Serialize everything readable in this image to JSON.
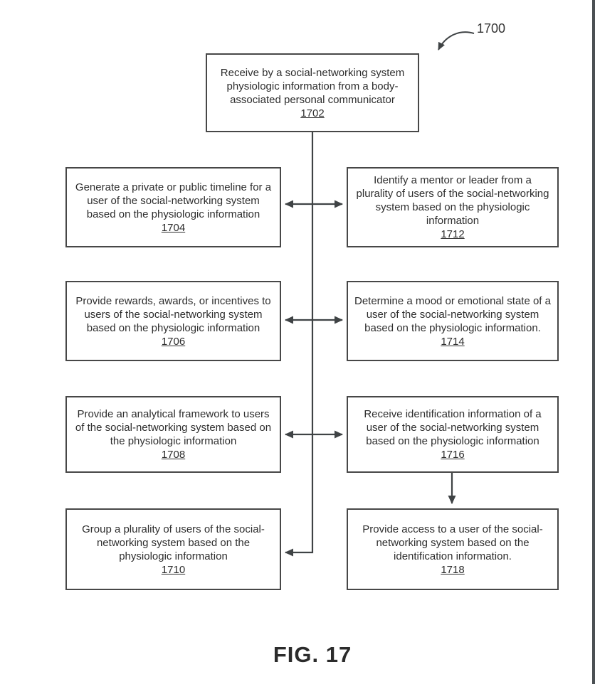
{
  "figure": {
    "ref_label": "1700",
    "caption": "FIG. 17",
    "line_color": "#3f4345",
    "boxes": [
      {
        "id": "1702",
        "text": "Receive by a social-networking system physiologic information from a body-associated personal communicator",
        "num": "1702"
      },
      {
        "id": "1704",
        "text": "Generate a private or public timeline for a user of the social-networking system based on the physiologic information",
        "num": "1704"
      },
      {
        "id": "1712",
        "text": "Identify a mentor or leader from a plurality of users of the social-networking system based on the physiologic information",
        "num": "1712"
      },
      {
        "id": "1706",
        "text": "Provide rewards, awards, or incentives to users of the social-networking system based on the physiologic information",
        "num": "1706"
      },
      {
        "id": "1714",
        "text": "Determine a mood or emotional state of a user of the social-networking system based on the physiologic information.",
        "num": "1714"
      },
      {
        "id": "1708",
        "text": "Provide an analytical framework to users of the social-networking system based on the physiologic information",
        "num": "1708"
      },
      {
        "id": "1716",
        "text": "Receive identification information of a user of the social-networking system based on the physiologic information",
        "num": "1716"
      },
      {
        "id": "1710",
        "text": "Group a plurality of users of the social-networking system based on the physiologic information",
        "num": "1710"
      },
      {
        "id": "1718",
        "text": "Provide access to a user of the social-networking system based on the identification information.",
        "num": "1718"
      }
    ]
  }
}
